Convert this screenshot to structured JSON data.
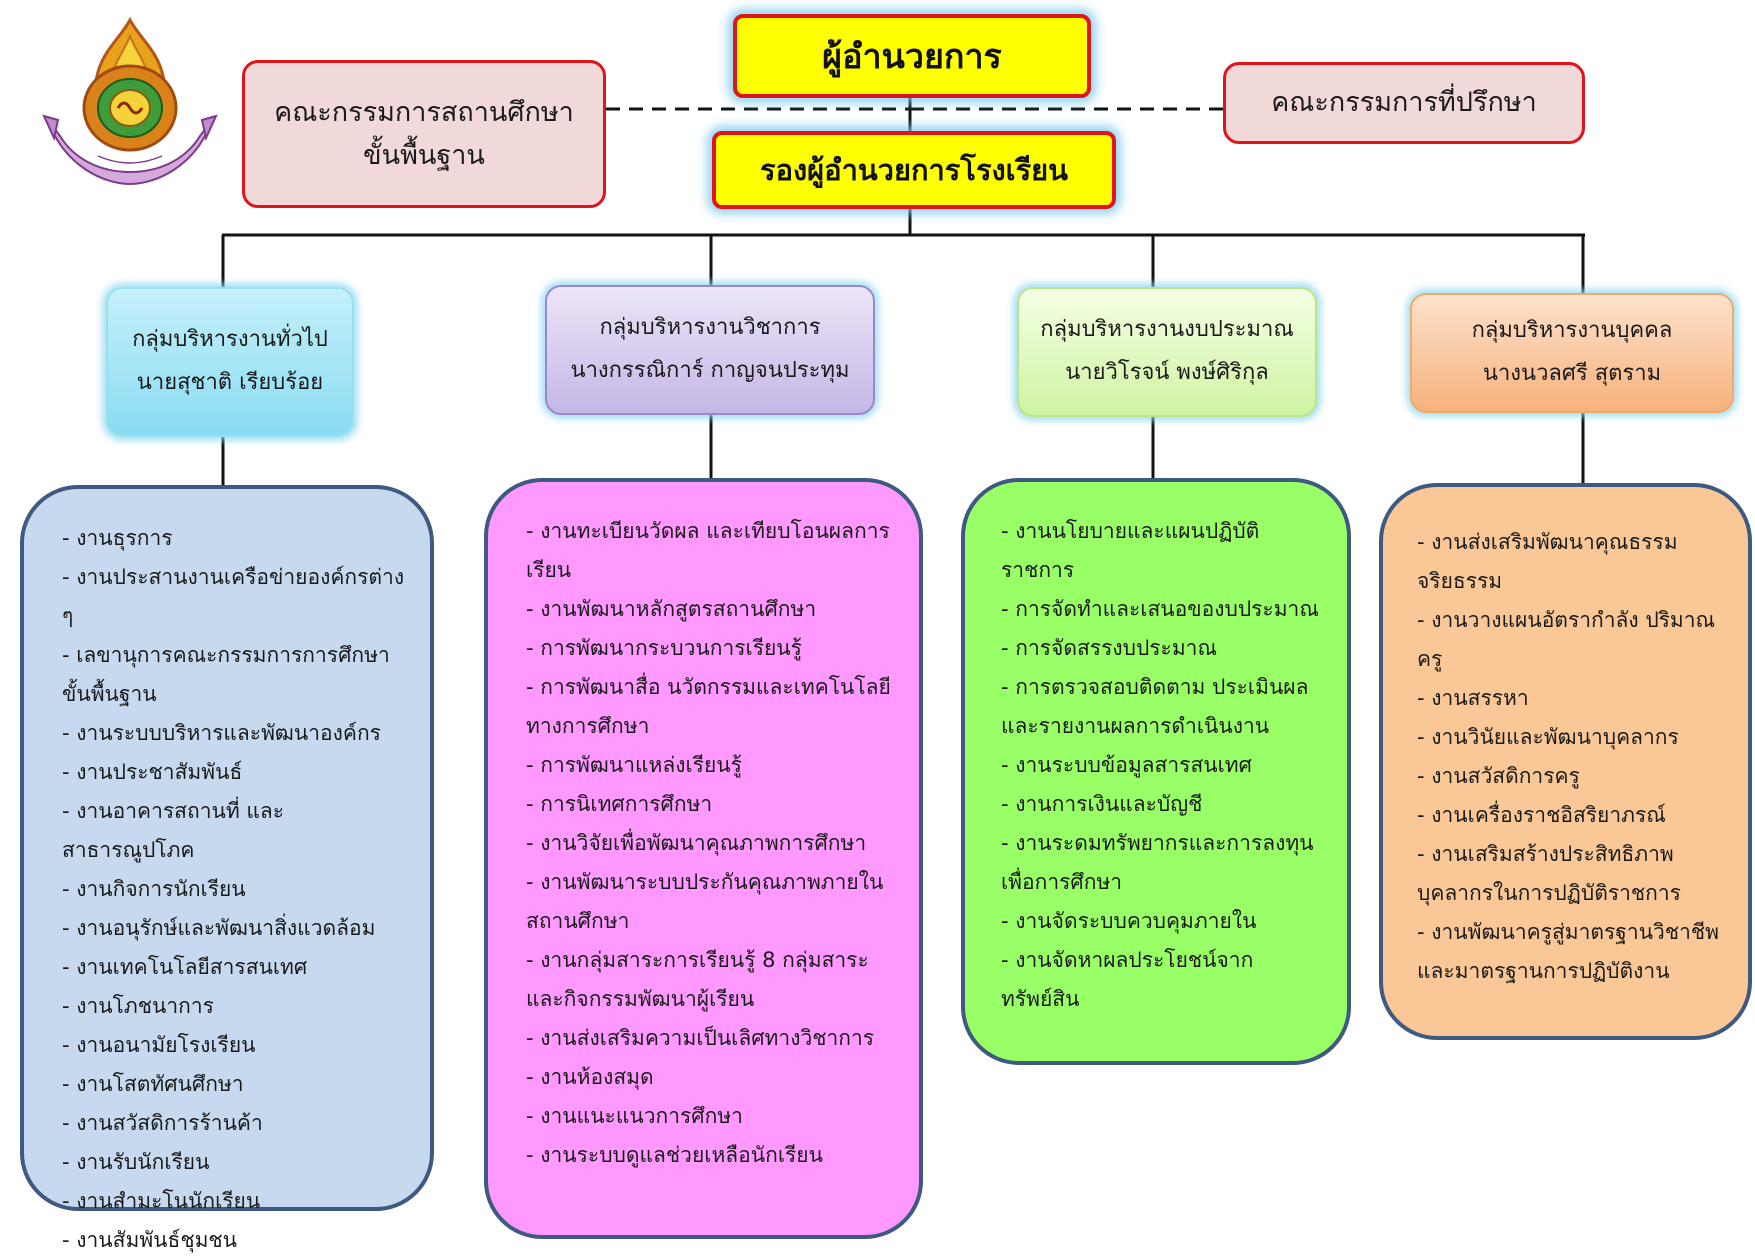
{
  "top": {
    "director": "ผู้อำนวยการ",
    "deputy": "รองผู้อำนวยการโรงเรียน",
    "committee_basic": [
      "คณะกรรมการสถานศึกษา",
      "ขั้นพื้นฐาน"
    ],
    "committee_advisory": "คณะกรรมการที่ปรึกษา"
  },
  "groups": [
    {
      "title": "กลุ่มบริหารงานทั่วไป",
      "head": "นายสุชาติ เรียบร้อย",
      "color": "#aee7f6",
      "tasks": [
        "- งานธุรการ",
        "- งานประสานงานเครือข่ายองค์กรต่าง ๆ",
        "- เลขานุการคณะกรรมการการศึกษาขั้นพื้นฐาน",
        "- งานระบบบริหารและพัฒนาองค์กร",
        "- งานประชาสัมพันธ์",
        "- งานอาคารสถานที่ และสาธารณูปโภค",
        "- งานกิจการนักเรียน",
        "- งานอนุรักษ์และพัฒนาสิ่งแวดล้อม",
        "- งานเทคโนโลยีสารสนเทศ",
        "- งานโภชนาการ",
        "- งานอนามัยโรงเรียน",
        "- งานโสตทัศนศึกษา",
        "- งานสวัสดิการร้านค้า",
        "- งานรับนักเรียน",
        "- งานสำมะโนนักเรียน",
        "- งานสัมพันธ์ชุมชน"
      ]
    },
    {
      "title": "กลุ่มบริหารงานวิชาการ",
      "head": "นางกรรณิการ์  กาญจนประทุม",
      "color": "#d6cbee",
      "tasks": [
        "- งานทะเบียนวัดผล และเทียบโอนผลการเรียน",
        "- งานพัฒนาหลักสูตรสถานศึกษา",
        "- การพัฒนากระบวนการเรียนรู้",
        "- การพัฒนาสื่อ นวัตกรรมและเทคโนโลยีทางการศึกษา",
        "- การพัฒนาแหล่งเรียนรู้",
        "- การนิเทศการศึกษา",
        "- งานวิจัยเพื่อพัฒนาคุณภาพการศึกษา",
        "- งานพัฒนาระบบประกันคุณภาพภายในสถานศึกษา",
        "- งานกลุ่มสาระการเรียนรู้ 8 กลุ่มสาระและกิจกรรมพัฒนาผู้เรียน",
        "- งานส่งเสริมความเป็นเลิศทางวิชาการ",
        "- งานห้องสมุด",
        "- งานแนะแนวการศึกษา",
        "- งานระบบดูแลช่วยเหลือนักเรียน"
      ]
    },
    {
      "title": "กลุ่มบริหารงานงบประมาณ",
      "head": "นายวิโรจน์  พงษ์ศิริกุล",
      "color": "#e2f9c4",
      "tasks": [
        "- งานนโยบายและแผนปฏิบัติราชการ",
        "- การจัดทำและเสนอของบประมาณ",
        "- การจัดสรรงบประมาณ",
        "- การตรวจสอบติดตาม ประเมินผลและรายงานผลการดำเนินงาน",
        "- งานระบบข้อมูลสารสนเทศ",
        "- งานการเงินและบัญชี",
        "- งานระดมทรัพยากรและการลงทุนเพื่อการศึกษา",
        "- งานจัดระบบควบคุมภายใน",
        "- งานจัดหาผลประโยชน์จากทรัพย์สิน"
      ]
    },
    {
      "title": "กลุ่มบริหารงานบุคคล",
      "head": "นางนวลศรี สุตราม",
      "color": "#f9c9a2",
      "tasks": [
        "- งานส่งเสริมพัฒนาคุณธรรมจริยธรรม",
        "- งานวางแผนอัตรากำลัง ปริมาณครู",
        "- งานสรรหา",
        "- งานวินัยและพัฒนาบุคลากร",
        "- งานสวัสดิการครู",
        "- งานเครื่องราชอิสริยาภรณ์",
        "- งานเสริมสร้างประสิทธิภาพบุคลากรในการปฏิบัติราชการ",
        "- งานพัฒนาครูสู่มาตรฐานวิชาชีพและมาตรฐานการปฏิบัติงาน"
      ]
    }
  ],
  "logo": {
    "icon": "school-emblem-icon"
  }
}
